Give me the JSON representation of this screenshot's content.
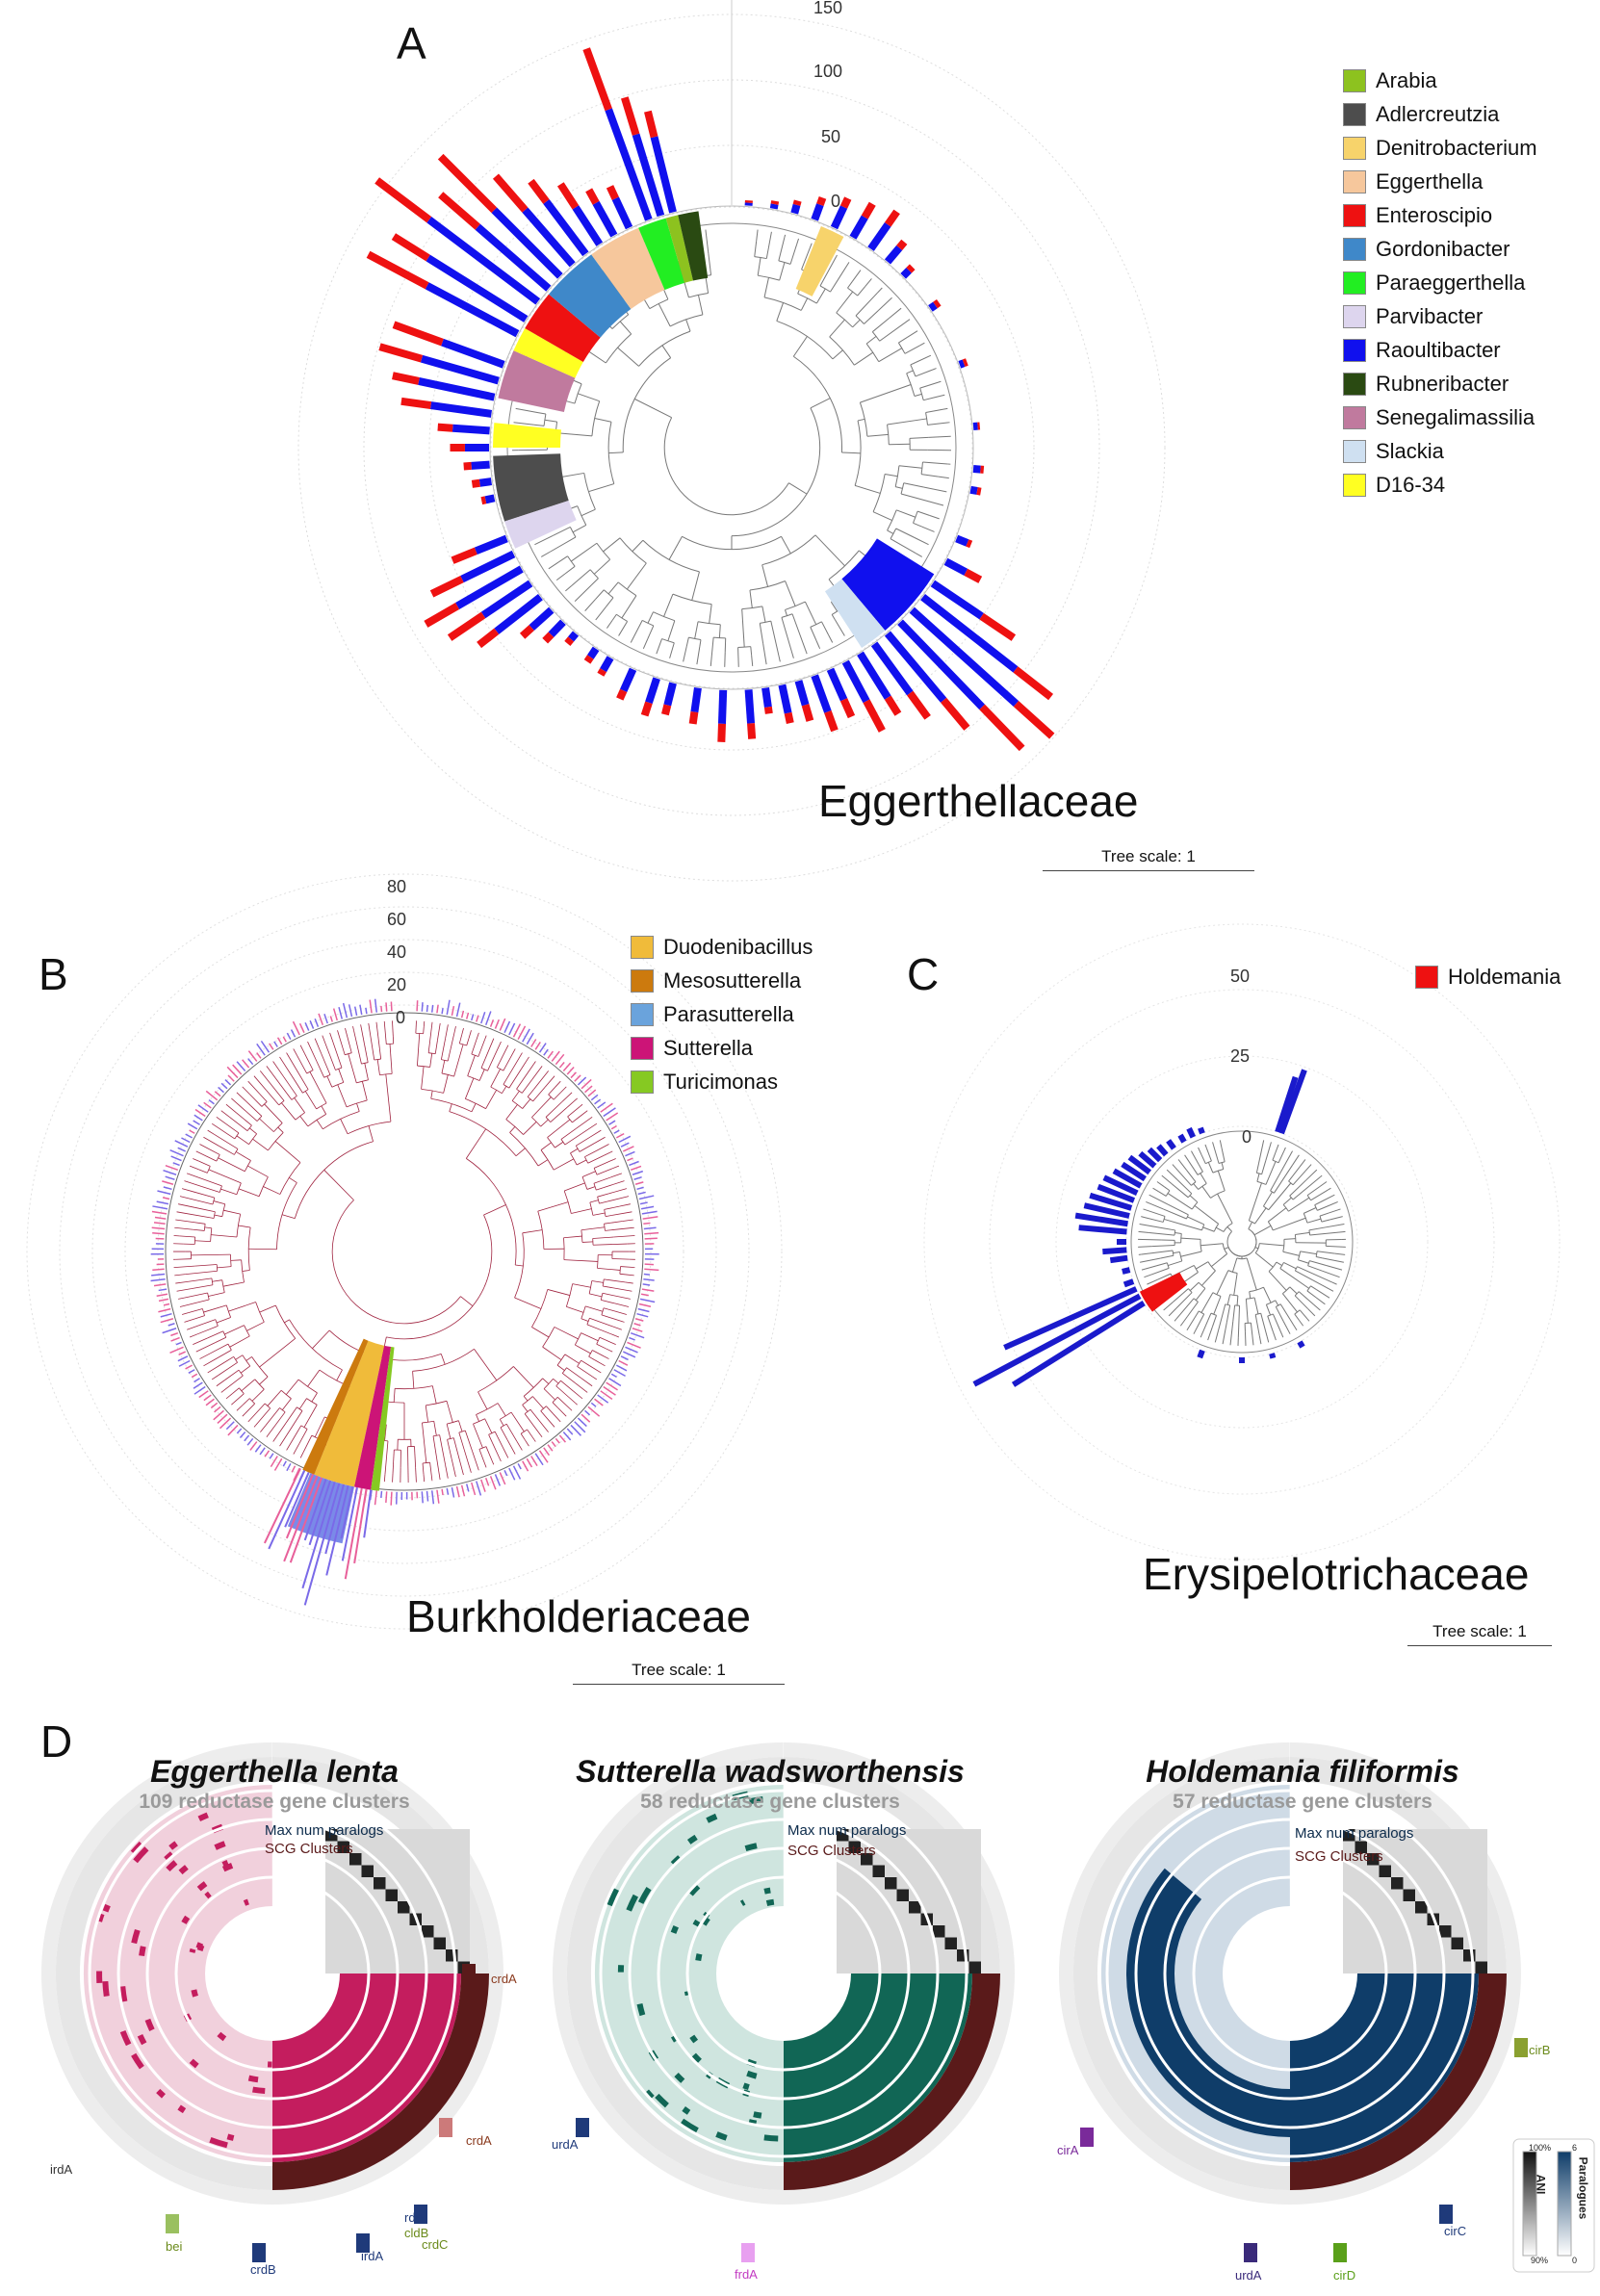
{
  "panels": {
    "A": {
      "label": "A",
      "family": "Eggerthellaceae",
      "scale": "Tree scale: 1",
      "ticks": [
        "150",
        "100",
        "50",
        "0"
      ],
      "legend": [
        {
          "name": "Arabia",
          "color": "#8dc21f"
        },
        {
          "name": "Adlercreutzia",
          "color": "#4d4d4d"
        },
        {
          "name": "Denitrobacterium",
          "color": "#f7d36b"
        },
        {
          "name": "Eggerthella",
          "color": "#f6c79c"
        },
        {
          "name": "Enteroscipio",
          "color": "#ee1111"
        },
        {
          "name": "Gordonibacter",
          "color": "#3f88c9"
        },
        {
          "name": "Paraeggerthella",
          "color": "#22ee22"
        },
        {
          "name": "Parvibacter",
          "color": "#ddd5ee"
        },
        {
          "name": "Raoultibacter",
          "color": "#1010ee"
        },
        {
          "name": "Rubneribacter",
          "color": "#2a4a12"
        },
        {
          "name": "Senegalimassilia",
          "color": "#c07a9e"
        },
        {
          "name": "Slackia",
          "color": "#cfe0f1"
        },
        {
          "name": "D16-34",
          "color": "#ffff22"
        }
      ]
    },
    "B": {
      "label": "B",
      "family": "Burkholderiaceae",
      "scale": "Tree scale: 1",
      "ticks": [
        "80",
        "60",
        "40",
        "20",
        "0"
      ],
      "legend": [
        {
          "name": "Duodenibacillus",
          "color": "#f0bb3a"
        },
        {
          "name": "Mesosutterella",
          "color": "#cc7a0e"
        },
        {
          "name": "Parasutterella",
          "color": "#6aa3dc"
        },
        {
          "name": "Sutterella",
          "color": "#cc1477"
        },
        {
          "name": "Turicimonas",
          "color": "#86c922"
        }
      ]
    },
    "C": {
      "label": "C",
      "family": "Erysipelotrichaceae",
      "scale": "Tree scale: 1",
      "ticks": [
        "50",
        "25",
        "0"
      ],
      "legend": [
        {
          "name": "Holdemania",
          "color": "#ee1111"
        }
      ]
    },
    "D": {
      "label": "D",
      "pangenomes": [
        {
          "title": "Eggerthella lenta",
          "subtitle": "109 reductase gene clusters",
          "layer1": "Max num paralogs",
          "layer2": "SCG Clusters",
          "color": "#c41d5e",
          "light": "#f1d0dc",
          "genes": [
            "crdA",
            "crdA",
            "irdA",
            "bei",
            "crdB",
            "irdA",
            "rdA",
            "cldB",
            "crdC"
          ]
        },
        {
          "title": "Sutterella wadsworthensis",
          "subtitle": "58 reductase gene clusters",
          "layer1": "Max num paralogs",
          "layer2": "SCG Clusters",
          "color": "#116655",
          "light": "#cfe5df",
          "genes": [
            "urdA",
            "frdA"
          ]
        },
        {
          "title": "Holdemania filiformis",
          "subtitle": "57 reductase gene clusters",
          "layer1": "Max num paralogs",
          "layer2": "SCG Clusters",
          "color": "#0f3d69",
          "light": "#cfdbe6",
          "genes": [
            "cirB",
            "cirA",
            "urdA",
            "cirD",
            "cirC"
          ]
        }
      ],
      "heat_legend": {
        "left_label": "ANI",
        "right_label": "Paralogues",
        "top_left": "100%",
        "bottom_left": "90%",
        "top_right": "6",
        "bottom_right": "0"
      }
    }
  }
}
